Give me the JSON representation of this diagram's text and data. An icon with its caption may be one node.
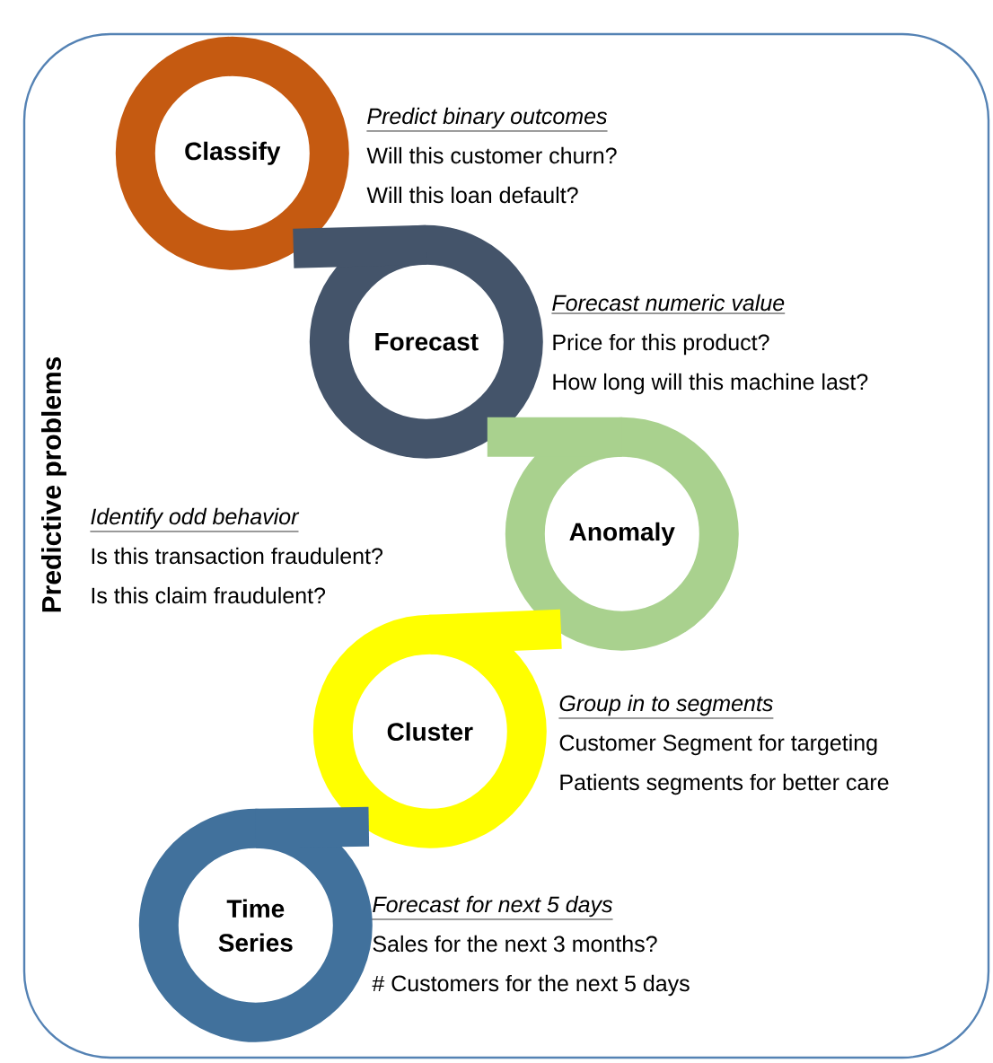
{
  "diagram": {
    "nodes": [
      {
        "text": [
          "Predictive problems"
        ]
      },
      {
        "text": [
          "Classify"
        ],
        "in": 0,
        "beside": [
          "Predict binary outcomes",
          "Will this customer churn?",
          "Will this loan default?"
        ]
      },
      {
        "text": [
          "Forecast"
        ],
        "in": 0,
        "beside": [
          "Forecast numeric value",
          "Price for this product?",
          "How long will this machine last?"
        ]
      },
      {
        "text": [
          "Anomaly"
        ],
        "in": 0,
        "beside": [
          "Identify odd behavior",
          "Is this transaction fraudulent?",
          "Is this claim fraudulent?"
        ]
      },
      {
        "text": [
          "Cluster"
        ],
        "in": 0,
        "beside": [
          "Group in to segments",
          "Customer Segment for targeting",
          "Patients segments for better care"
        ]
      },
      {
        "text": [
          "Time Series"
        ],
        "in": 0,
        "beside": [
          "Forecast for next 5 days",
          "Sales for the next 3 months?",
          "# Customers for the next 5 days"
        ]
      }
    ],
    "edges": [
      {
        "from": 1,
        "to": 2,
        "arrow": "none",
        "color": "#44546a"
      },
      {
        "from": 2,
        "to": 3,
        "arrow": "none",
        "color": "#a9d18e"
      },
      {
        "from": 3,
        "to": 4,
        "arrow": "none",
        "color": "#ffff00"
      },
      {
        "from": 4,
        "to": 5,
        "arrow": "none",
        "color": "#41719c"
      }
    ]
  }
}
